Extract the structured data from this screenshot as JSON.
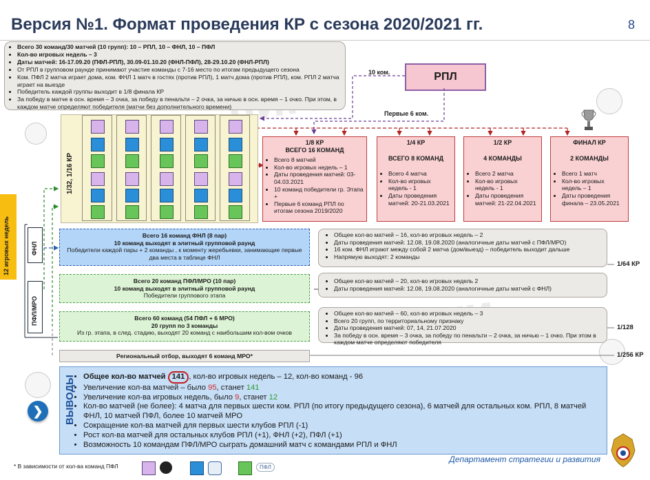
{
  "header": {
    "title": "Версия №1. Формат проведения КР с сезона 2020/2021 гг.",
    "page_number": "8"
  },
  "notes": [
    {
      "text": "Всего 30 команд/30 матчей (10 групп): 10 – РПЛ, 10 – ФНЛ, 10 – ПФЛ",
      "bold": true
    },
    {
      "text": "Кол-во игровых недель – 3",
      "bold": true
    },
    {
      "text": "Даты матчей: 16-17.09.20 (ПФЛ-РПЛ), 30.09-01.10.20 (ФНЛ-ПФЛ), 28-29.10.20 (ФНЛ-РПЛ)",
      "bold": true
    },
    {
      "text": "От РПЛ в групповом раунде принимают участие команды с 7-16 место по итогам предыдущего сезона",
      "bold": false
    },
    {
      "text": "Ком. ПФЛ 2 матча играет дома, ком. ФНЛ 1 матч в гостях (против РПЛ), 1 матч дома (против РПЛ), ком. РПЛ 2 матча играет на выезде",
      "bold": false
    },
    {
      "text": "Победитель каждой группы выходит в 1/8 финала КР",
      "bold": false
    },
    {
      "text": "За победу в матче в осн. время – 3 очка, за победу в пенальти – 2 очка, за ничью в осн. время – 1 очко. При этом, в каждом матче определяют победителя (матчи без дополнительного времени)",
      "bold": false
    }
  ],
  "rpl_box": {
    "label": "РПЛ"
  },
  "arrow_labels": {
    "ten_teams": "10 ком.",
    "first_six": "Первые 6 ком."
  },
  "group_stage_label": "1/32, 1/16 КР",
  "cards": [
    {
      "title": "1/8 КР",
      "subtitle": "ВСЕГО 16 КОМАНД",
      "items": [
        "Всего 8 матчей",
        "Кол-во игровых недель – 1",
        "Даты проведения матчей: 03-04.03.2021",
        "10 команд победители гр. Этапа +",
        "Первые 6 команд РПЛ по итогам сезона 2019/2020"
      ]
    },
    {
      "title": "1/4 КР",
      "subtitle": "ВСЕГО 8 КОМАНД",
      "items": [
        "Всего 4 матча",
        "Кол-во игровых недель - 1",
        "Даты проведения матчей: 20-21.03.2021"
      ]
    },
    {
      "title": "1/2 КР",
      "subtitle": "4 КОМАНДЫ",
      "items": [
        "Всего 2 матча",
        "Кол-во игровых недель - 1",
        "Даты проведения матчей: 21-22.04.2021"
      ]
    },
    {
      "title": "ФИНАЛ КР",
      "subtitle": "2 КОМАНДЫ",
      "items": [
        "Всего 1 матч",
        "Кол-во игровых недель – 1",
        "Даты проведения финала – 23.05.2021"
      ]
    }
  ],
  "side_labels": {
    "weeks": "12 игровых недель",
    "fnl": "ФНЛ",
    "pfl": "ПФЛ/МРО"
  },
  "rows": {
    "fnl": {
      "line1": "Всего 16 команд ФНЛ (8 пар)",
      "line2": "10 команд выходят в элитный групповой раунд",
      "line3": "Победители каждой пары + 2 команды , к моменту жеребьевки, занимающие первые два места в таблице ФНЛ"
    },
    "pfl": {
      "line1": "Всего 20 команд ПФЛ/МРО (10 пар)",
      "line2": "10 команд выходят в элитный групповой раунд",
      "line3": "Победители группового этапа"
    },
    "groups": {
      "line1": "Всего 60 команд (54 ПФЛ + 6 МРО)",
      "line2": "20 групп по 3 команды",
      "line3": "Из гр. этапа, в след. стадию, выходят 20 команд с наибольшим кол-вом очков"
    },
    "regional": "Региональный отбор, выходят 6 команд МРО*"
  },
  "info": {
    "fnl": [
      "Общее кол-во матчей – 16, кол-во игровых недель – 2",
      "Даты проведения матчей: 12.08, 19.08.2020 (аналогичные даты матчей с ПФЛ/МРО)",
      "16 ком. ФНЛ играют между собой 2 матча (дом/выезд) – победитель выходит дальше",
      "Напрямую выходят: 2 команды"
    ],
    "pfl": [
      "Общее кол-во матчей – 20, кол-во игровых недель 2",
      "Даты проведения матчей: 12.08, 19.08.2020 (аналогичные даты матчей с ФНЛ)"
    ],
    "groups": [
      "Общее кол-во матчей – 60, кол-во игровых недель – 3",
      "Всего 20 групп, по территориальному признаку",
      "Даты проведения матчей: 07, 14, 21.07.2020",
      "За победу в осн. время – 3 очка, за победу по пенальти – 2 очка, за ничью – 1 очко. При этом в каждом матче определяют победителя"
    ]
  },
  "ratios": {
    "r64": "1/64 КР",
    "r128": "1/128",
    "r256": "1/256 КР"
  },
  "conclusions": {
    "title": "ВЫВОДЫ",
    "total_matches_label": "Общее кол-во матчей",
    "total_matches_value": "141",
    "total_rest": ", кол-во игровых недель – 12, кол-во команд - 96",
    "increase_matches_pre": "Увеличение кол-ва матчей – было ",
    "increase_matches_was": "95",
    "increase_matches_mid": ", станет ",
    "increase_matches_now": "141",
    "increase_weeks_pre": "Увеличение кол-ва игровых недель, было ",
    "increase_weeks_was": "9",
    "increase_weeks_mid": ", станет ",
    "increase_weeks_now": "12",
    "items": [
      "Кол-во матчей (не более): 4 матча для первых шести ком. РПЛ (по итогу предыдущего сезона), 6 матчей для остальных ком. РПЛ, 8 матчей ФНЛ, 10 матчей ПФЛ, более 10 матчей МРО",
      "Сокращение кол-ва матчей для первых шести клубов РПЛ (-1)",
      "Рост кол-ва матчей для остальных клубов РПЛ (+1), ФНЛ (+2), ПФЛ (+1)",
      "Возможность 10 командам ПФЛ/МРО сыграть домашний матч с командами РПЛ и ФНЛ"
    ]
  },
  "footer": {
    "footnote": "* В зависимости от кол-ва команд ПФЛ",
    "department": "Департамент стратегии и развития",
    "pfl_logo_text": "ПФЛ"
  },
  "colors": {
    "rpl": "#d8b4ec",
    "fnl": "#2b8ed8",
    "pfl": "#67c55a",
    "card": "#f9d1d3"
  }
}
